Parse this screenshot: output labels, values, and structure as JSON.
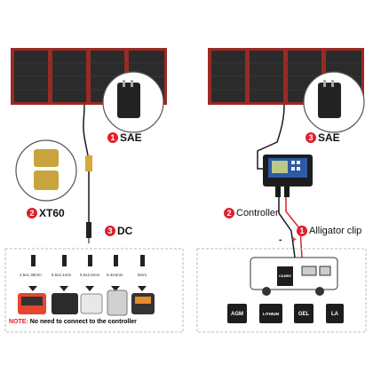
{
  "left": {
    "labels": [
      {
        "num": "1",
        "text": "SAE"
      },
      {
        "num": "2",
        "text": "XT60"
      },
      {
        "num": "3",
        "text": "DC"
      }
    ],
    "dc_sizes": [
      "3.5x1.35mm",
      "5.5x2.1mm",
      "5.5x2.5mm",
      "6.4x4mm",
      "8mm"
    ],
    "note_prefix": "NOTE:",
    "note_text": "No need to connect to the controller"
  },
  "right": {
    "labels": [
      {
        "num": "3",
        "text": "SAE"
      },
      {
        "num": "2",
        "text": "Controller"
      },
      {
        "num": "1",
        "text": "Alligator clip"
      }
    ],
    "polarity_minus": "-",
    "polarity_plus": "+",
    "rv_battery": "CANRV",
    "batteries": [
      "AGM",
      "LITHIUM",
      "GEL",
      "LA"
    ]
  },
  "colors": {
    "panel": "#2b2b2b",
    "frame": "#9a2a24",
    "accent": "#e0202a",
    "wire": "#1a1a1a"
  }
}
